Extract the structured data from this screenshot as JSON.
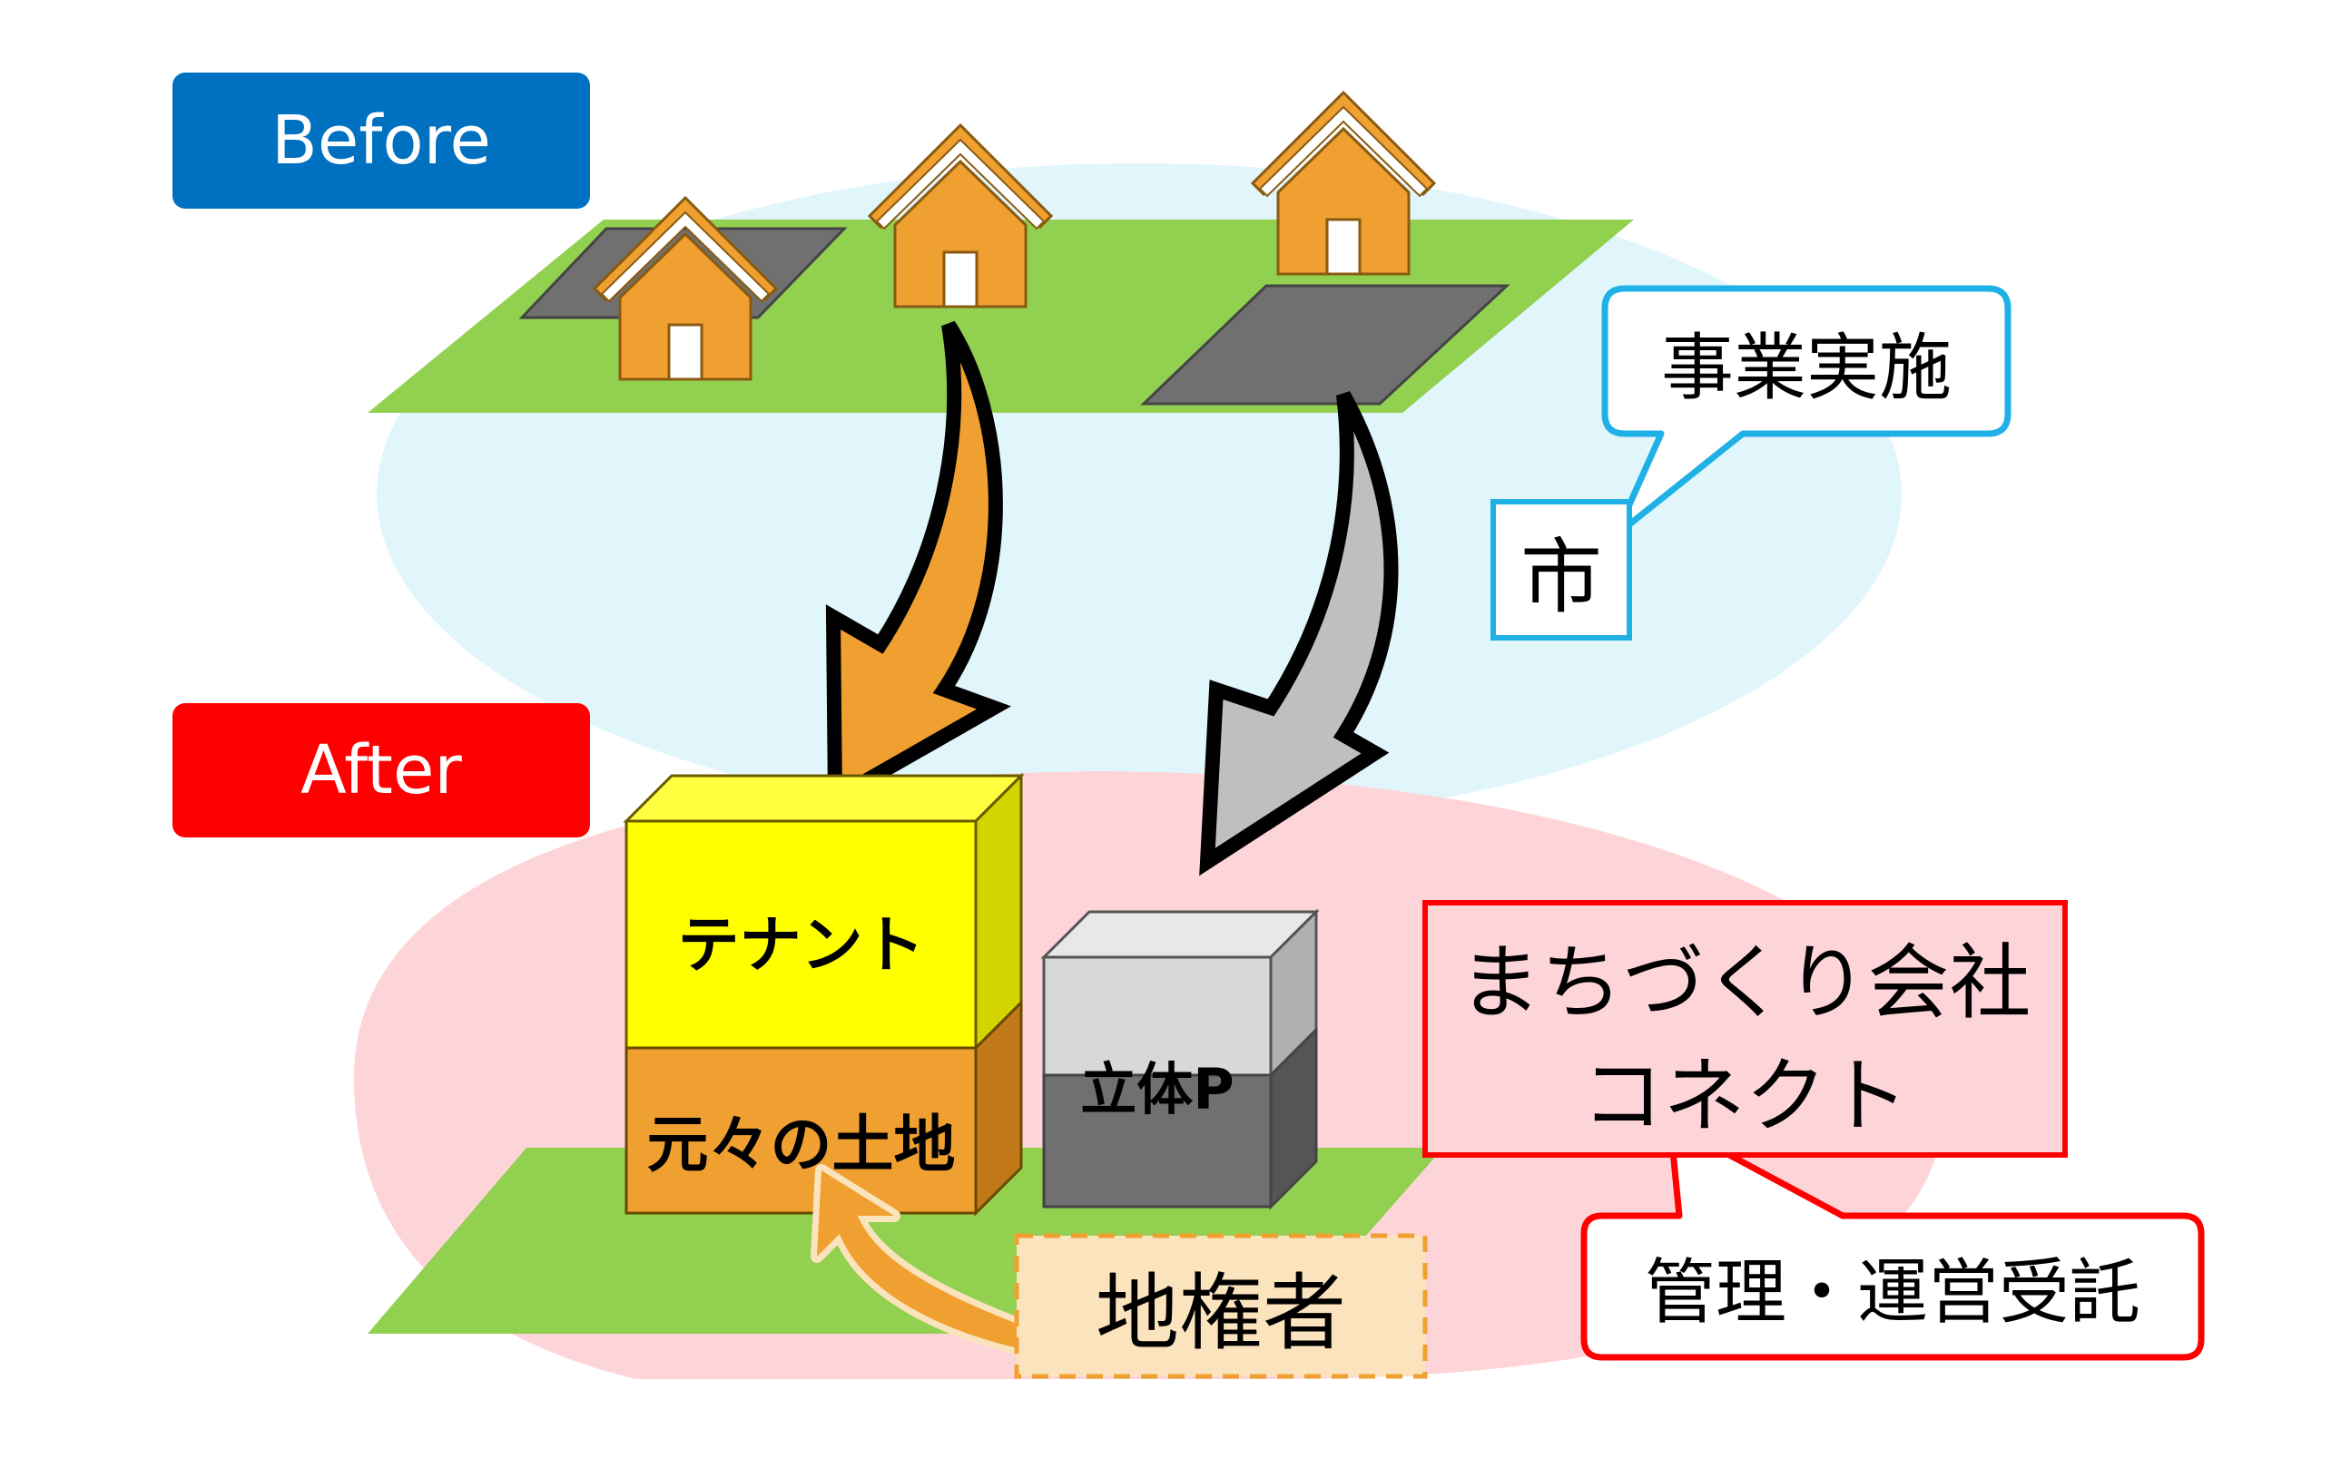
{
  "labels": {
    "before": "Before",
    "after": "After"
  },
  "callouts": {
    "city": "市",
    "implementation": "事業実施",
    "company_line1": "まちづくり会社",
    "company_line2": "コネクト",
    "management": "管理・運営受託",
    "landowner": "地権者"
  },
  "building": {
    "tenant": "テナント",
    "original_land": "元々の土地",
    "parking": "立体P"
  },
  "colors": {
    "before_badge": "#0070c0",
    "after_badge": "#ff0000",
    "before_zone": "#e1f6fb",
    "after_zone": "#fdd5d8",
    "ground": "#92d050",
    "house": "#f0a030",
    "lot": "#707070",
    "tenant": "#ffff00",
    "city_border": "#1fb0e6"
  }
}
